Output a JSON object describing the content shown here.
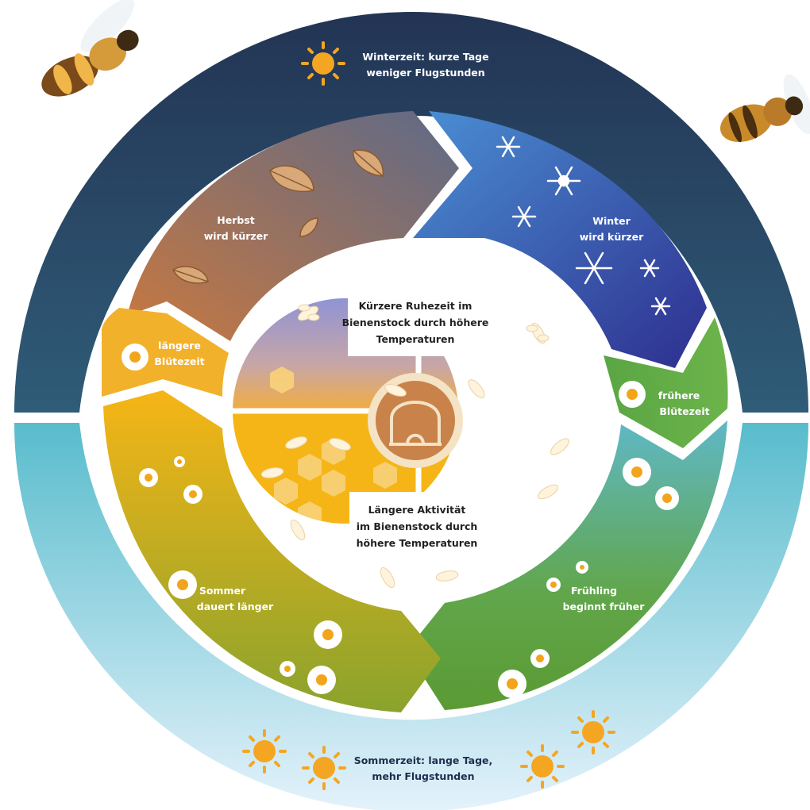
{
  "top_band": {
    "line1": "Winterzeit: kurze Tage",
    "line2": "weniger Flugstunden"
  },
  "bottom_band": {
    "line1": "Sommerzeit: lange Tage,",
    "line2": "mehr Flugstunden"
  },
  "seasons": {
    "herbst": {
      "line1": "Herbst",
      "line2": "wird kürzer"
    },
    "winter": {
      "line1": "Winter",
      "line2": "wird kürzer"
    },
    "fruehling": {
      "line1": "Frühling",
      "line2": "beginnt früher"
    },
    "sommer": {
      "line1": "Sommer",
      "line2": "dauert länger"
    }
  },
  "bloom": {
    "left": {
      "line1": "längere",
      "line2": "Blütezeit"
    },
    "right": {
      "line1": "frühere",
      "line2": "Blütezeit"
    }
  },
  "hive": {
    "rest": {
      "line1": "Kürzere Ruhezeit im",
      "line2": "Bienenstock durch höhere",
      "line3": "Temperaturen"
    },
    "activity": {
      "line1": "Längere Aktivität",
      "line2": "im Bienenstock durch",
      "line3": "höhere Temperaturen"
    }
  },
  "icons": [
    "sun-icon",
    "snowflake-icon",
    "leaf-icon",
    "flower-icon",
    "bee-icon",
    "beehive-icon",
    "honeycomb-icon"
  ],
  "colors": {
    "winter_band": "#2c3f63",
    "summer_band_top": "#5fbfcf",
    "summer_band_bottom": "#d9eef7",
    "autumn": "#c07a4a",
    "winter": "#3a4aa5",
    "spring": "#5aa043",
    "summer": "#f2b12a",
    "sun": "#f4a623"
  }
}
